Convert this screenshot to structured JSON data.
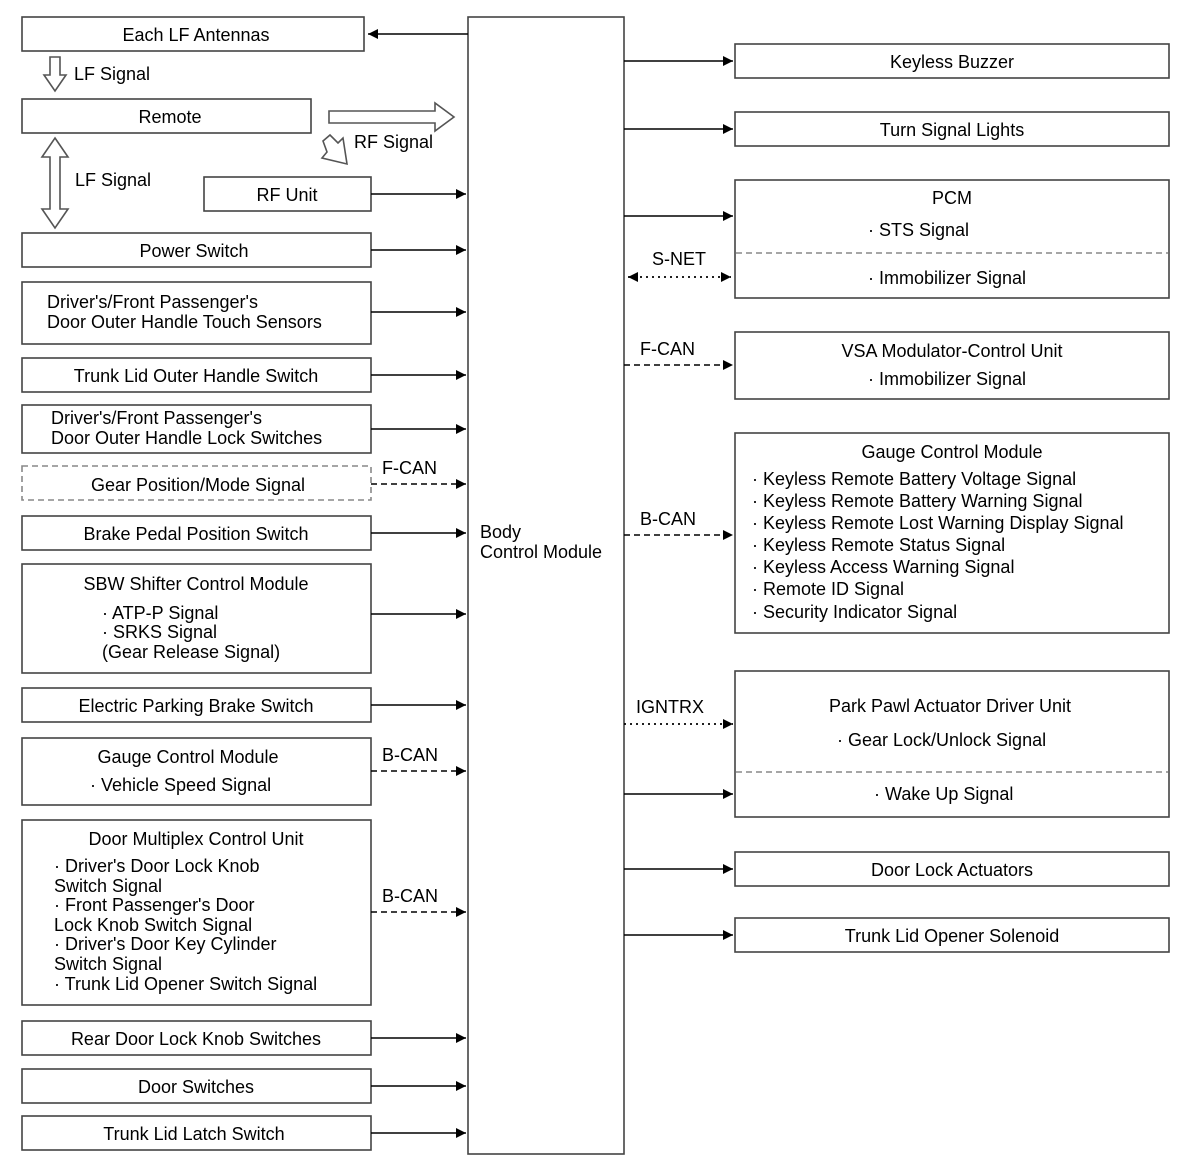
{
  "bcm": {
    "line1": "Body",
    "line2": "Control Module"
  },
  "inputs": {
    "lf_antennas": "Each LF Antennas",
    "lf_signal_top": "LF Signal",
    "remote": "Remote",
    "rf_signal": "RF Signal",
    "lf_signal_side": "LF Signal",
    "rf_unit": "RF Unit",
    "power_switch": "Power Switch",
    "touch_sensors": [
      "Driver's/Front Passenger's",
      "Door Outer Handle Touch Sensors"
    ],
    "trunk_outer_switch": "Trunk Lid Outer Handle Switch",
    "lock_switches": [
      "Driver's/Front Passenger's",
      "Door Outer Handle Lock Switches"
    ],
    "gear_position": "Gear Position/Mode Signal",
    "gear_bus": "F-CAN",
    "brake_switch": "Brake Pedal Position Switch",
    "sbw": {
      "title": "SBW Shifter Control Module",
      "items": [
        "· ATP-P Signal",
        "· SRKS Signal",
        "(Gear Release Signal)"
      ]
    },
    "epb_switch": "Electric Parking Brake Switch",
    "gauge_in": {
      "title": "Gauge Control Module",
      "item": "· Vehicle Speed Signal",
      "bus": "B-CAN"
    },
    "door_mux": {
      "title": "Door Multiplex Control Unit",
      "items": [
        "· Driver's Door Lock Knob",
        "Switch Signal",
        "· Front Passenger's Door",
        "Lock Knob Switch Signal",
        "· Driver's Door Key Cylinder",
        "Switch Signal",
        "· Trunk Lid Opener Switch Signal"
      ],
      "bus": "B-CAN"
    },
    "rear_knob": "Rear Door Lock Knob Switches",
    "door_switches": "Door Switches",
    "trunk_latch": "Trunk Lid Latch Switch"
  },
  "outputs": {
    "keyless_buzzer": "Keyless Buzzer",
    "turn_signal": "Turn Signal Lights",
    "pcm": {
      "title": "PCM",
      "item1": "· STS Signal",
      "item2": "· Immobilizer Signal",
      "bus": "S-NET"
    },
    "vsa": {
      "title": "VSA Modulator-Control Unit",
      "item": "· Immobilizer Signal",
      "bus": "F-CAN"
    },
    "gauge_out": {
      "title": "Gauge Control Module",
      "items": [
        "· Keyless Remote Battery Voltage Signal",
        "· Keyless Remote Battery Warning Signal",
        "· Keyless Remote Lost Warning Display Signal",
        "· Keyless Remote Status Signal",
        "· Keyless Access Warning Signal",
        "· Remote ID Signal",
        "· Security Indicator Signal"
      ],
      "bus": "B-CAN"
    },
    "park_pawl": {
      "title": "Park Pawl Actuator Driver Unit",
      "item1": "· Gear Lock/Unlock Signal",
      "item2": "· Wake Up Signal",
      "bus": "IGNTRX"
    },
    "door_lock": "Door Lock Actuators",
    "trunk_solenoid": "Trunk Lid Opener Solenoid"
  }
}
